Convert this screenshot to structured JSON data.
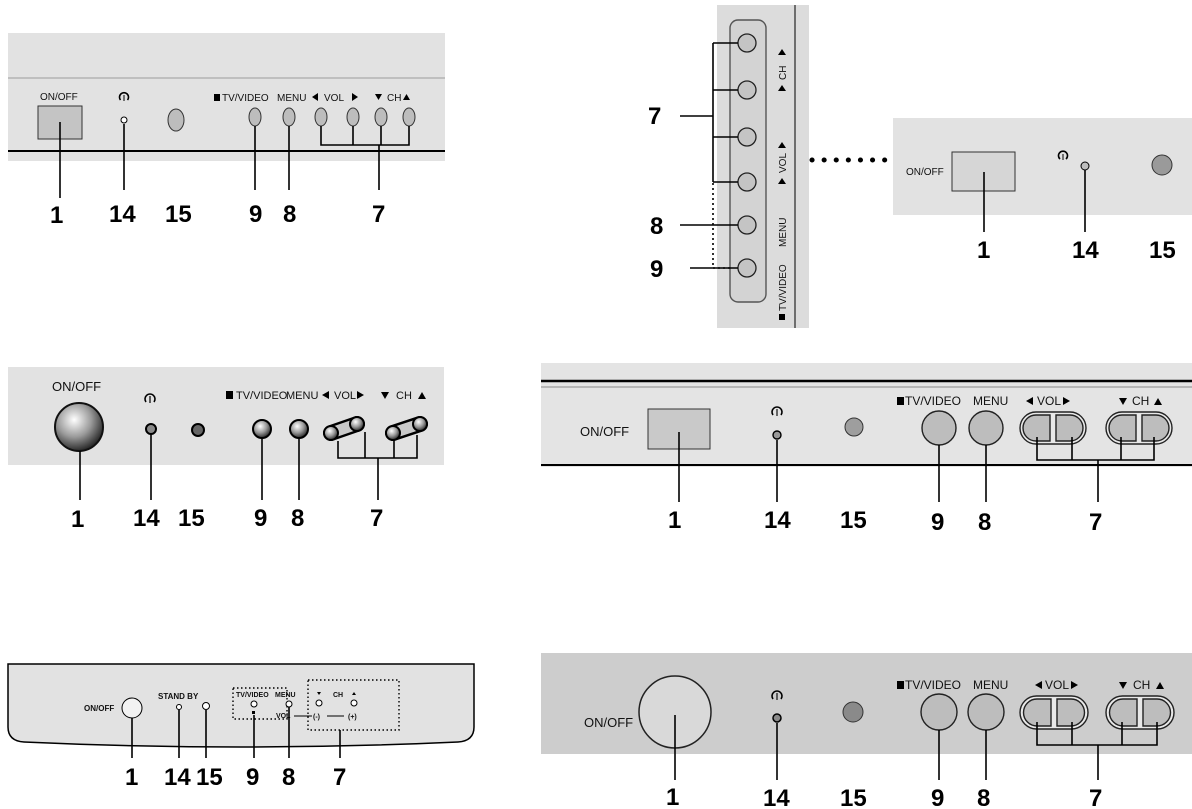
{
  "panel_labels": {
    "on_off": "ON/OFF",
    "tv_video": "TV/VIDEO",
    "menu": "MENU",
    "vol": "VOL",
    "ch": "CH",
    "stand_by": "STAND BY",
    "vol_minus": "(-)",
    "vol_plus": "(+)"
  },
  "callouts": {
    "c1": "1",
    "c7": "7",
    "c8": "8",
    "c9": "9",
    "c14": "14",
    "c15": "15"
  },
  "icons": [
    "power-icon",
    "arrow-left-icon",
    "arrow-right-icon",
    "arrow-up-icon",
    "arrow-down-icon",
    "square-icon"
  ],
  "colors": {
    "panel": "#e2e2e2",
    "panel_dark": "#cfcfcf",
    "button": "#bdbdbd",
    "line": "#000000"
  }
}
